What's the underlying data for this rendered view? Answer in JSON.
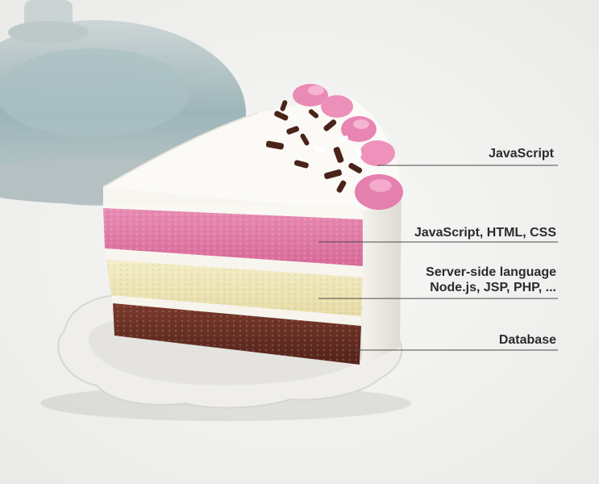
{
  "labels": {
    "javascript": "JavaScript",
    "frontend": "JavaScript, HTML, CSS",
    "server_line1": "Server-side language",
    "server_line2": "Node.js, JSP, PHP, ...",
    "database": "Database"
  },
  "colors": {
    "background": "#f2f2f0",
    "frosting": "#fbfaf6",
    "pink_layer": "#e07aa6",
    "cream_layer": "#efe6b8",
    "chocolate_layer": "#6a2f24",
    "plate": "#ecebea",
    "lamp_base": "#7f9ea3",
    "topping_pink": "#ec8bb6",
    "topping_chocolate": "#4a2419",
    "leader_line": "#4a4a4a"
  }
}
